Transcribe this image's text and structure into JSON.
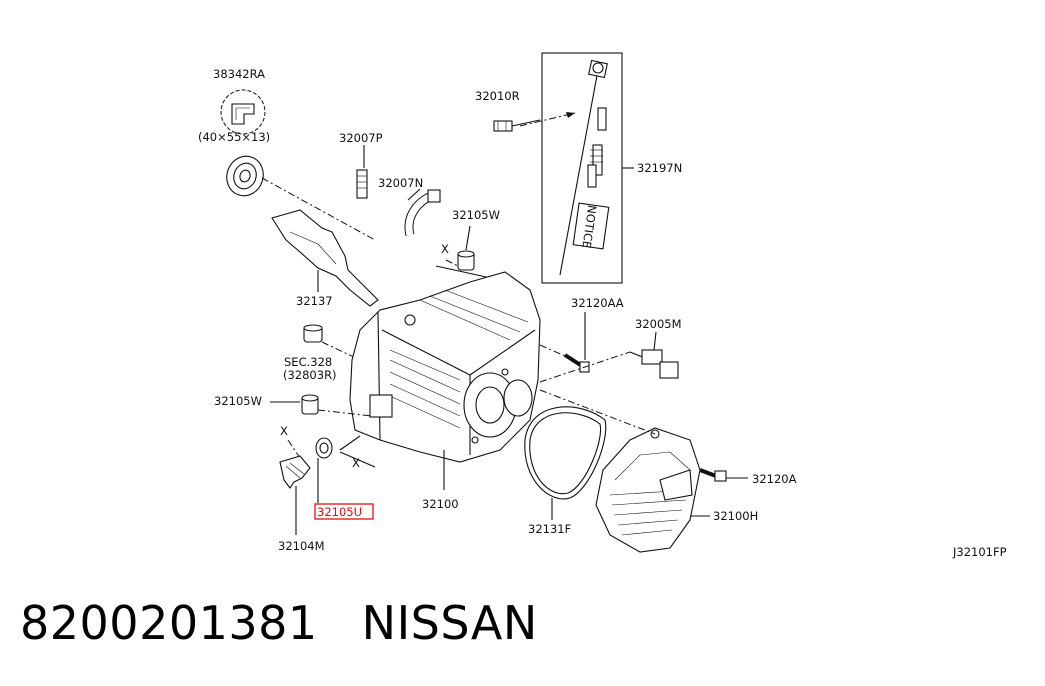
{
  "labels": {
    "p38342RA": "38342RA",
    "seal_size": "(40×55×13)",
    "p32007P": "32007P",
    "p32007N": "32007N",
    "p32010R": "32010R",
    "p32197N": "32197N",
    "p32105W_top": "32105W",
    "x_top": "X",
    "p32137": "32137",
    "sec328": "SEC.328",
    "sec328_sub": "(32803R)",
    "p32120AA": "32120AA",
    "p32005M": "32005M",
    "p32105W_left": "32105W",
    "x_left1": "X",
    "x_left2": "X",
    "p32105U": "32105U",
    "p32104M": "32104M",
    "p32100": "32100",
    "p32131F": "32131F",
    "p32120A": "32120A",
    "p32100H": "32100H",
    "diagram_code": "J32101FP",
    "notice_text": "NOTICE"
  },
  "highlight": {
    "color": "#e01010"
  },
  "caption": {
    "part_number": "8200201381",
    "brand": "NISSAN"
  }
}
